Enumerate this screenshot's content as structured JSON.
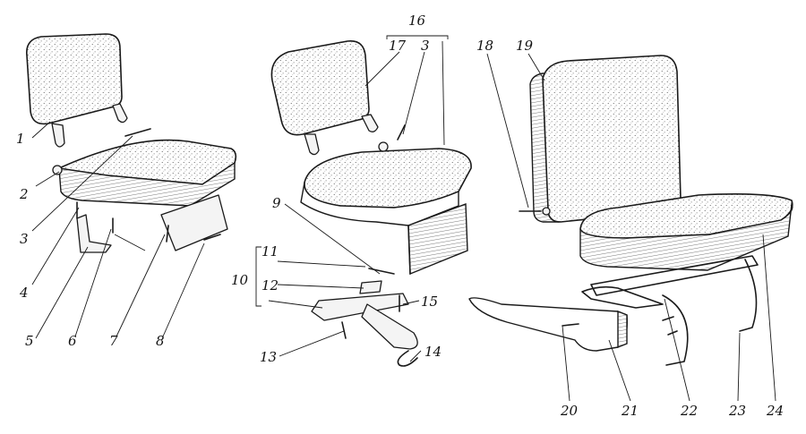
{
  "diagram": {
    "labels": [
      {
        "id": "1",
        "text": "1"
      },
      {
        "id": "2",
        "text": "2"
      },
      {
        "id": "3a",
        "text": "3"
      },
      {
        "id": "4",
        "text": "4"
      },
      {
        "id": "5",
        "text": "5"
      },
      {
        "id": "6",
        "text": "6"
      },
      {
        "id": "7",
        "text": "7"
      },
      {
        "id": "8",
        "text": "8"
      },
      {
        "id": "9",
        "text": "9"
      },
      {
        "id": "10",
        "text": "10"
      },
      {
        "id": "11",
        "text": "11"
      },
      {
        "id": "12",
        "text": "12"
      },
      {
        "id": "13",
        "text": "13"
      },
      {
        "id": "14",
        "text": "14"
      },
      {
        "id": "15",
        "text": "15"
      },
      {
        "id": "16",
        "text": "16"
      },
      {
        "id": "17",
        "text": "17"
      },
      {
        "id": "3b",
        "text": "3"
      },
      {
        "id": "18",
        "text": "18"
      },
      {
        "id": "19",
        "text": "19"
      },
      {
        "id": "20",
        "text": "20"
      },
      {
        "id": "21",
        "text": "21"
      },
      {
        "id": "22",
        "text": "22"
      },
      {
        "id": "23",
        "text": "23"
      },
      {
        "id": "24",
        "text": "24"
      }
    ]
  }
}
